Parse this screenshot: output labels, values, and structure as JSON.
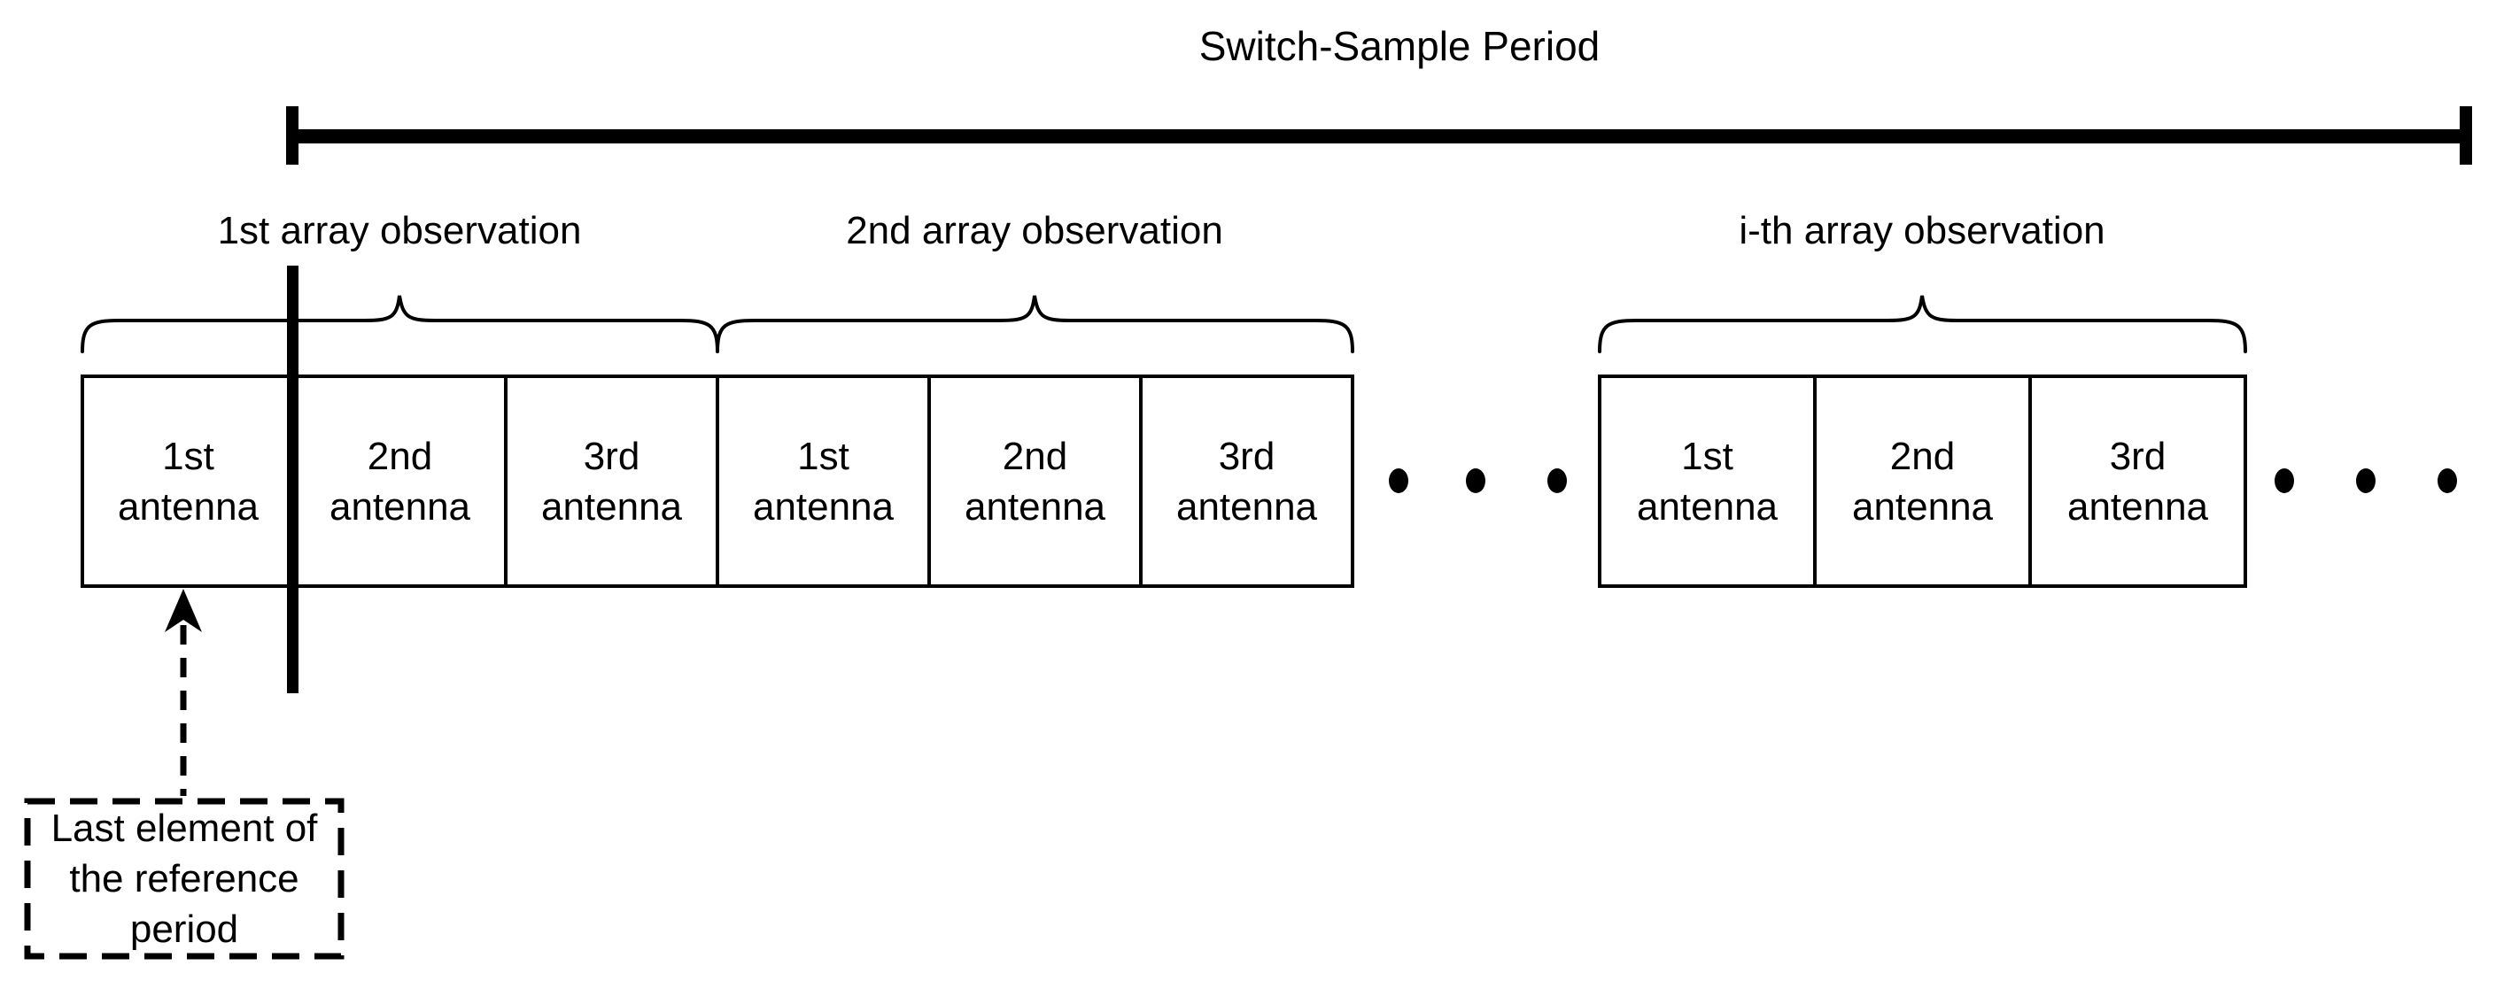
{
  "title": "Switch-Sample Period",
  "observations": [
    {
      "label": "1st array observation",
      "antennas": [
        {
          "line1": "1st",
          "line2": "antenna"
        },
        {
          "line1": "2nd",
          "line2": "antenna"
        },
        {
          "line1": "3rd",
          "line2": "antenna"
        }
      ]
    },
    {
      "label": "2nd array observation",
      "antennas": [
        {
          "line1": "1st",
          "line2": "antenna"
        },
        {
          "line1": "2nd",
          "line2": "antenna"
        },
        {
          "line1": "3rd",
          "line2": "antenna"
        }
      ]
    },
    {
      "label": "i-th array observation",
      "antennas": [
        {
          "line1": "1st",
          "line2": "antenna"
        },
        {
          "line1": "2nd",
          "line2": "antenna"
        },
        {
          "line1": "3rd",
          "line2": "antenna"
        }
      ]
    }
  ],
  "annotation": {
    "line1": "Last element of",
    "line2": "the reference",
    "line3": "period"
  },
  "colors": {
    "ink": "#000000",
    "background": "#ffffff"
  }
}
